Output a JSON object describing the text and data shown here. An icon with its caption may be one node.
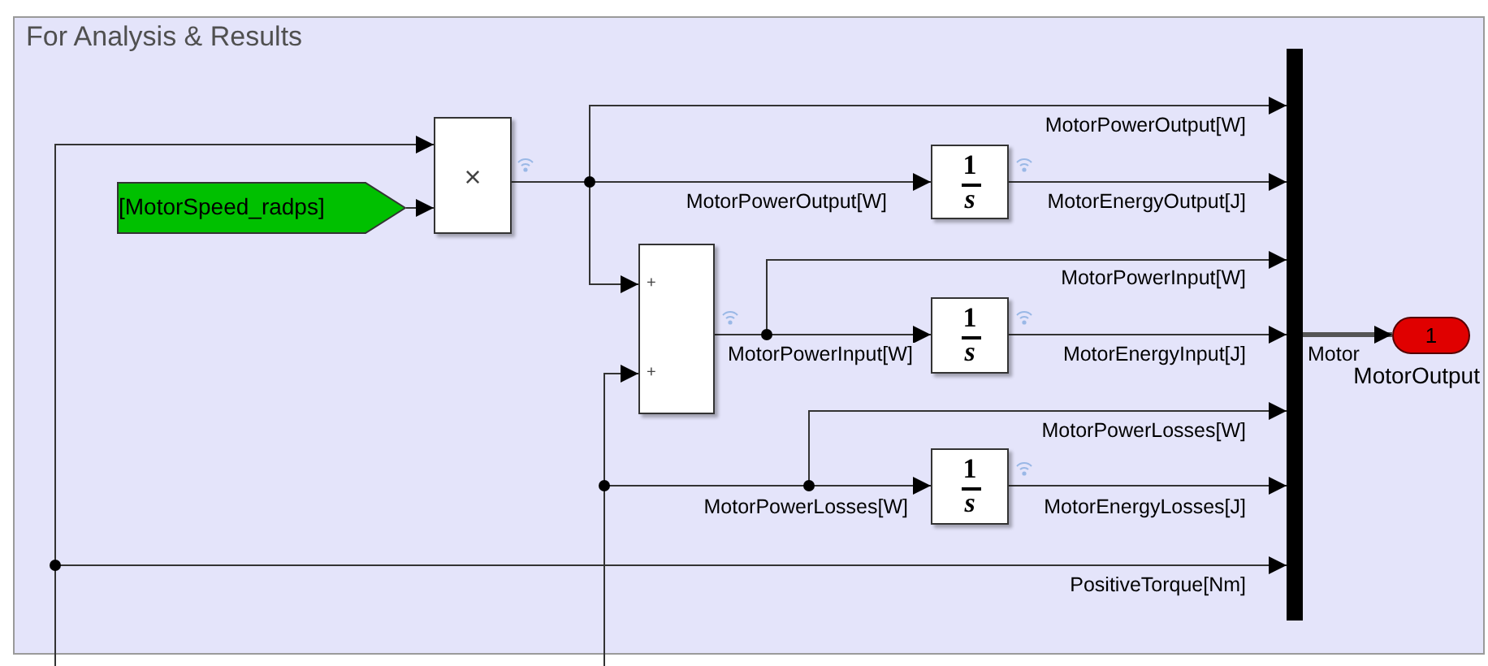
{
  "diagram": {
    "nodes": [
      {
        "text": [
          "For Analysis & Results"
        ]
      },
      {
        "text": [
          "[MotorSpeed_radps]"
        ],
        "in": 0
      },
      {
        "text": [
          "×"
        ],
        "in": 0
      },
      {
        "text": [
          "+",
          "+"
        ],
        "in": 0
      },
      {
        "text": [
          "1",
          "s"
        ],
        "in": 0
      },
      {
        "text": [
          "1",
          "s"
        ],
        "in": 0
      },
      {
        "text": [
          "1",
          "s"
        ],
        "in": 0
      },
      {
        "text": [],
        "shape": "bar",
        "in": 0
      },
      {
        "text": [
          "1"
        ],
        "beside": [
          "MotorOutput"
        ],
        "in": 0
      }
    ],
    "edges": [
      {
        "from": 1,
        "to": 2,
        "arrow": "to"
      },
      {
        "from": null,
        "to": 2,
        "arrow": "to"
      },
      {
        "from": null,
        "to": 7,
        "arrow": "to",
        "label": "PositiveTorque[Nm]"
      },
      {
        "from": 2,
        "to": 7,
        "arrow": "to",
        "label": "MotorPowerOutput[W]"
      },
      {
        "from": 2,
        "to": 4,
        "arrow": "to",
        "label": "MotorPowerOutput[W]"
      },
      {
        "from": 2,
        "to": 3,
        "arrow": "to"
      },
      {
        "from": null,
        "to": 3,
        "arrow": "to"
      },
      {
        "from": null,
        "to": 6,
        "arrow": "to",
        "label": "MotorPowerLosses[W]"
      },
      {
        "from": null,
        "to": 7,
        "arrow": "to",
        "label": "MotorPowerLosses[W]"
      },
      {
        "from": 3,
        "to": 7,
        "arrow": "to",
        "label": "MotorPowerInput[W]"
      },
      {
        "from": 3,
        "to": 5,
        "arrow": "to",
        "label": "MotorPowerInput[W]"
      },
      {
        "from": 4,
        "to": 7,
        "arrow": "to",
        "label": "MotorEnergyOutput[J]"
      },
      {
        "from": 5,
        "to": 7,
        "arrow": "to",
        "label": "MotorEnergyInput[J]"
      },
      {
        "from": 6,
        "to": 7,
        "arrow": "to",
        "label": "MotorEnergyLosses[J]"
      },
      {
        "from": 7,
        "to": 8,
        "arrow": "to",
        "label": "Motor",
        "style": "thick"
      }
    ]
  }
}
